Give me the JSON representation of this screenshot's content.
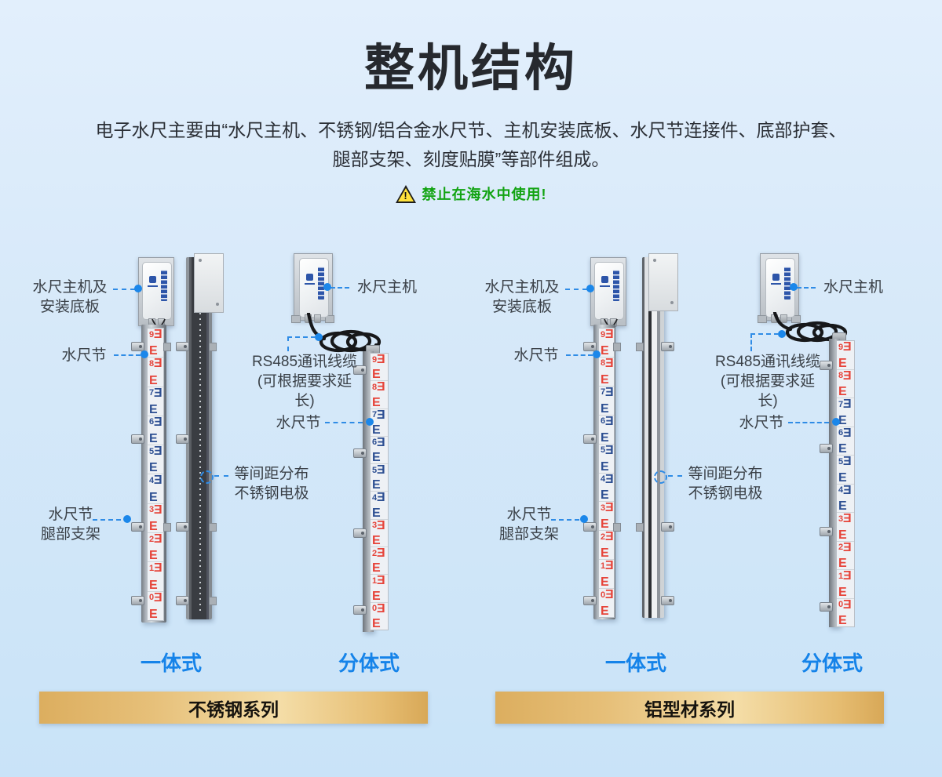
{
  "page": {
    "title": "整机结构",
    "description_line1": "电子水尺主要由“水尺主机、不锈钢/铝合金水尺节、主机安装底板、水尺节连接件、底部护套、",
    "description_line2": "腿部支架、刻度贴膜”等部件组成。",
    "warning": "禁止在海水中使用!",
    "warning_icon": "warning-triangle-icon",
    "warning_mark": "!"
  },
  "callouts": {
    "host_plate_line1": "水尺主机及",
    "host_plate_line2": "安装底板",
    "ruler_section": "水尺节",
    "leg_line1": "水尺节",
    "leg_line2": "腿部支架",
    "host": "水尺主机",
    "rs485_line1": "RS485通讯线缆",
    "rs485_line2": "(可根据要求延长)",
    "electrode_line1": "等间距分布",
    "electrode_line2": "不锈钢电极"
  },
  "variants": {
    "integrated": "一体式",
    "split": "分体式"
  },
  "series": [
    {
      "name": "不锈钢系列"
    },
    {
      "name": "铝型材系列"
    }
  ],
  "ruler": {
    "numbers": [
      "9",
      "8",
      "7",
      "6",
      "5",
      "4",
      "3",
      "2",
      "1",
      "0"
    ],
    "zone_colors": [
      "red",
      "red",
      "blue",
      "blue",
      "blue",
      "blue",
      "red",
      "red",
      "red",
      "red"
    ]
  },
  "colors": {
    "scale_red": "#e6443a",
    "scale_blue": "#2d4f92",
    "callout_blue": "#2f8ce6",
    "dot_blue": "#1b87ea",
    "variant_blue": "#1583e9",
    "warning_green": "#12a312",
    "gold_dark": "#dcae5f",
    "gold_light": "#f4dda7",
    "gold_end": "#d8a857"
  }
}
